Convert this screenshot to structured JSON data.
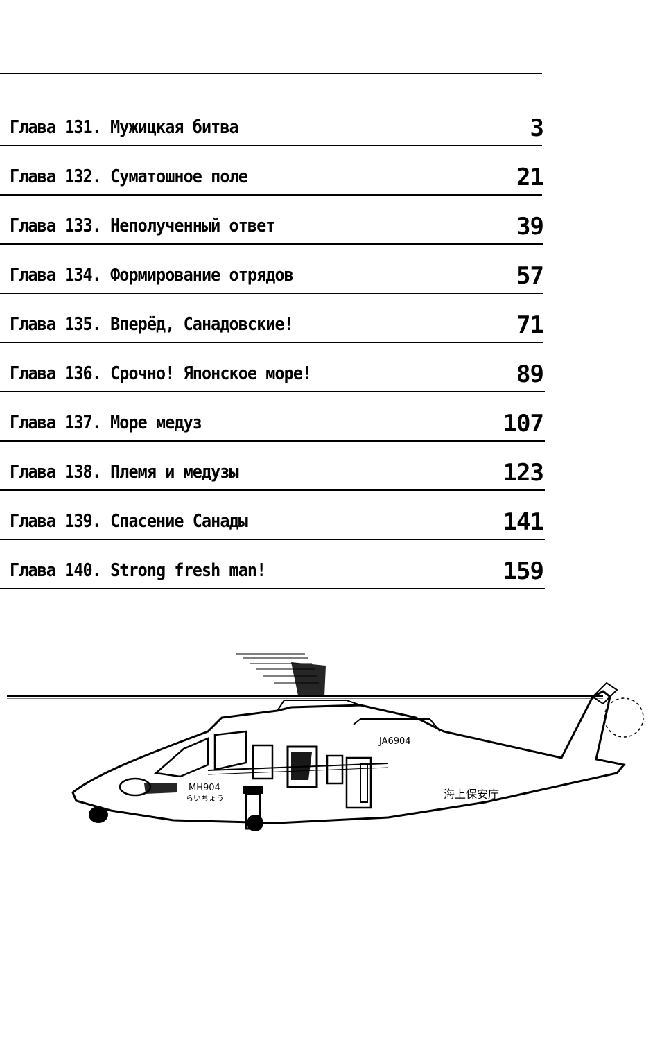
{
  "toc": [
    {
      "title": "Глава 131. Мужицкая битва",
      "page": "3"
    },
    {
      "title": "Глава 132. Суматошное поле",
      "page": "21"
    },
    {
      "title": "Глава 133. Неполученный ответ",
      "page": "39"
    },
    {
      "title": "Глава 134. Формирование отрядов",
      "page": "57"
    },
    {
      "title": "Глава 135. Вперёд, Санадовские!",
      "page": "71"
    },
    {
      "title": "Глава 136. Срочно! Японское море!",
      "page": "89"
    },
    {
      "title": "Глава 137. Море медуз",
      "page": "107"
    },
    {
      "title": "Глава 138. Племя и медузы",
      "page": "123"
    },
    {
      "title": "Глава 139. Спасение Санады",
      "page": "141"
    },
    {
      "title": "Глава 140. Strong fresh man!",
      "page": "159"
    }
  ],
  "illustration": {
    "registration": "JA6904",
    "designation": "MH904",
    "kana": "らいちょう",
    "agency": "海上保安庁"
  }
}
